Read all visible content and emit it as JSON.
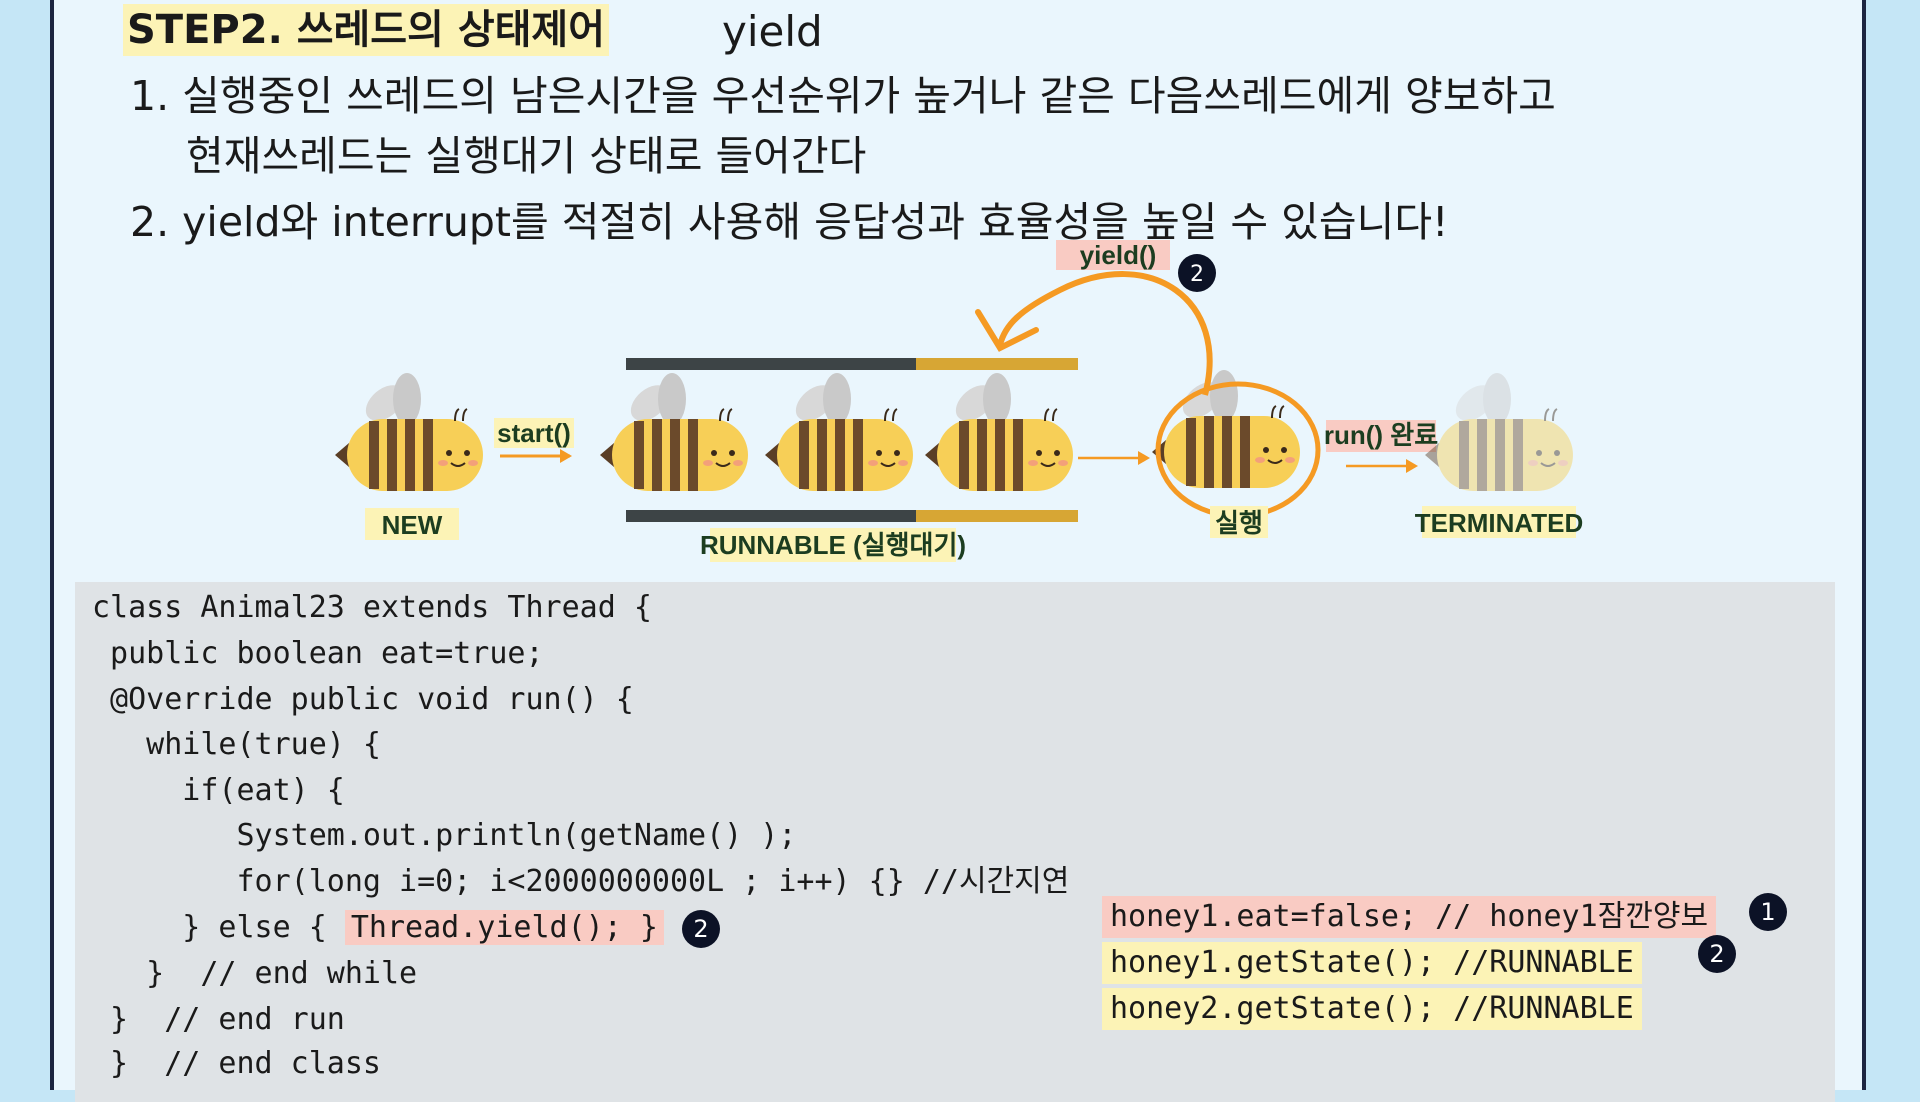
{
  "header": {
    "title": "STEP2. 쓰레드의 상태제어",
    "keyword": "yield"
  },
  "points": {
    "p1_num": "1.",
    "p1_line1": "실행중인 쓰레드의 남은시간을 우선순위가 높거나 같은 다음쓰레드에게 양보하고",
    "p1_line2": "현재쓰레드는 실행대기 상태로 들어간다",
    "p2_num": "2.",
    "p2_text": "yield와 interrupt를 적절히 사용해 응답성과 효율성을 높일 수 있습니다!"
  },
  "diagram": {
    "state_new": "NEW",
    "state_runnable": "RUNNABLE (실행대기)",
    "state_running": "실행",
    "state_terminated": "TERMINATED",
    "label_start": "start()",
    "label_yield": "yield()",
    "label_run_done": "run() 완료",
    "badge_yield": "2"
  },
  "code": {
    "lines": [
      "class Animal23 extends Thread {",
      " public boolean eat=true;",
      " @Override public void run() {",
      "   while(true) {",
      "     if(eat) {",
      "        System.out.println(getName() );",
      "        for(long i=0; i<2000000000L ; i++) {} //시간지연",
      "     } else { ",
      "   }  // end while",
      " }  // end run",
      " }  // end class"
    ],
    "yield_call": "Thread.yield(); }",
    "yield_badge": "2"
  },
  "notes": {
    "line1": "honey1.eat=false; // honey1잠깐양보",
    "line1_badge": "1",
    "line2": "honey1.getState(); //RUNNABLE",
    "line2_badge": "2",
    "line3": "honey2.getState(); //RUNNABLE"
  },
  "colors": {
    "highlight_yellow": "#fcf3b6",
    "highlight_pink": "#f9cbc3",
    "arrow_orange": "#f59a23",
    "bee_yellow": "#f7cf57",
    "bee_stripe": "#6b4a2b"
  }
}
